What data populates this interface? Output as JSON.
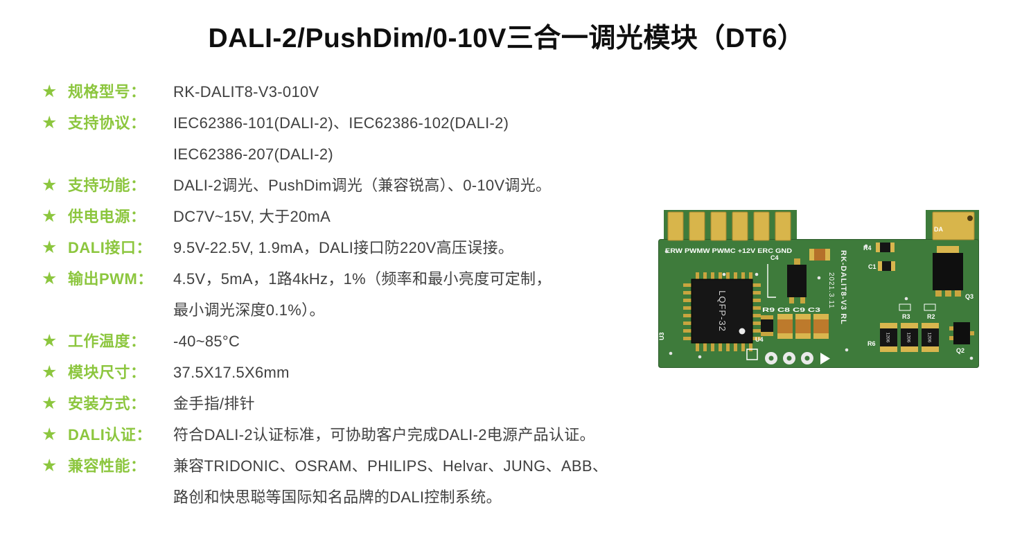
{
  "page": {
    "title": "DALI-2/PushDim/0-10V三合一调光模块（DT6）"
  },
  "colors": {
    "accent_green": "#8cc63e",
    "text_dark": "#404040",
    "pcb_green": "#3e7b3b",
    "pad_gold": "#d8b54b"
  },
  "icons": {
    "star": "★"
  },
  "specs": [
    {
      "label": "规格型号：",
      "lines": [
        "RK-DALIT8-V3-010V"
      ]
    },
    {
      "label": "支持协议：",
      "lines": [
        "IEC62386-101(DALI-2)、IEC62386-102(DALI-2)",
        "IEC62386-207(DALI-2)"
      ]
    },
    {
      "label": "支持功能：",
      "lines": [
        "DALI-2调光、PushDim调光（兼容锐高）、0-10V调光。"
      ]
    },
    {
      "label": "供电电源：",
      "lines": [
        "DC7V~15V, 大于20mA"
      ]
    },
    {
      "label": "DALI接口：",
      "lines": [
        "9.5V-22.5V, 1.9mA，DALI接口防220V高压误接。"
      ]
    },
    {
      "label": "输出PWM：",
      "lines": [
        "4.5V，5mA，1路4kHz，1%（频率和最小亮度可定制，",
        "最小调光深度0.1%）。"
      ]
    },
    {
      "label": "工作温度：",
      "lines": [
        "-40~85°C"
      ]
    },
    {
      "label": "模块尺寸：",
      "lines": [
        "37.5X17.5X6mm"
      ]
    },
    {
      "label": "安装方式：",
      "lines": [
        "金手指/排针"
      ]
    },
    {
      "label": "DALI认证：",
      "lines": [
        "符合DALI-2认证标准，可协助客户完成DALI-2电源产品认证。"
      ]
    },
    {
      "label": "兼容性能：",
      "lines": [
        "兼容TRIDONIC、OSRAM、PHILIPS、Helvar、JUNG、ABB、",
        "路创和快思聪等国际知名品牌的DALI控制系统。"
      ]
    }
  ],
  "pcb": {
    "pin_labels": "ERW PWMW PWMC +12V ERC GND",
    "chip_label": "LQFP-32",
    "marking_model": "RK-DALIT8-V3  RL",
    "marking_date": "2021.3.11",
    "label_u3": "U3",
    "label_u4": "U4",
    "label_c4": "C4",
    "cap_row_labels": "R9 C8 C9 C3",
    "label_r4": "R4",
    "label_c1": "C1",
    "label_r3": "R3",
    "label_r2": "R2",
    "label_r6": "R6",
    "label_q3": "Q3",
    "label_q2": "Q2",
    "label_da": "DA",
    "smd_code": "1206"
  }
}
